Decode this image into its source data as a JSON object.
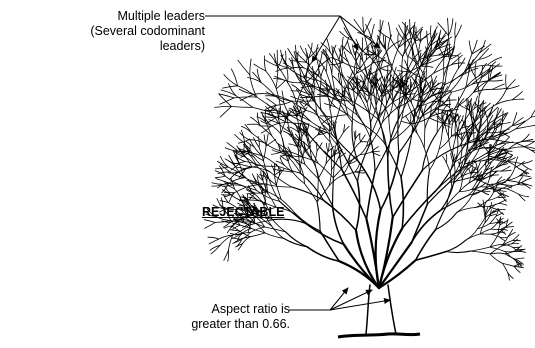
{
  "annotation_top": {
    "line1": "Multiple leaders",
    "line2": "(Several codominant",
    "line3": "leaders)"
  },
  "status_label": "REJECTABLE",
  "annotation_bottom": {
    "line1": "Aspect ratio is",
    "line2": "greater than 0.66."
  }
}
